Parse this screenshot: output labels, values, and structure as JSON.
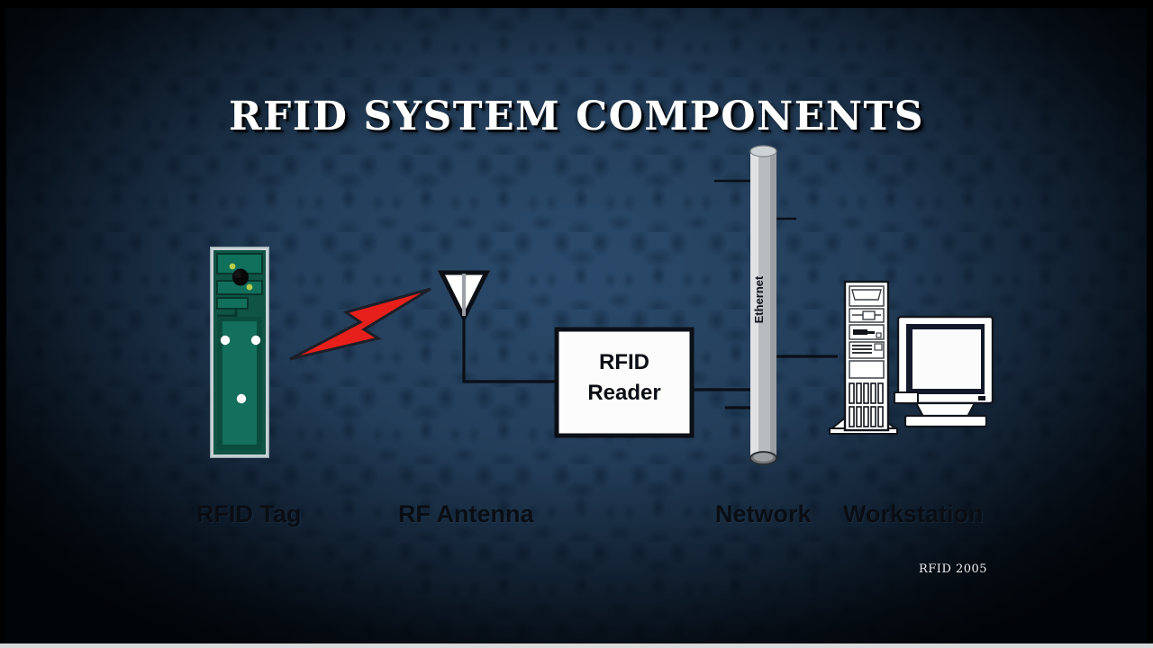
{
  "slide": {
    "title": "RFID SYSTEM COMPONENTS",
    "footer": "RFID 2005",
    "background_color": "#2b4a6b",
    "background_edge_color": "#050b12",
    "title_color": "#ffffff",
    "caption_color": "#0a0e14"
  },
  "components": [
    {
      "id": "rfid-tag",
      "caption": "RFID Tag",
      "type": "inlay-label",
      "board_color": "#0d5a4c",
      "chip_color": "#080808",
      "pad_color": "#c9d64a"
    },
    {
      "id": "rf-antenna",
      "caption": "RF Antenna",
      "type": "triangle-antenna",
      "body_color": "#ffffff",
      "outline_color": "#0b0f16"
    },
    {
      "id": "network",
      "caption": "Network",
      "type": "cable-backbone",
      "cable_label": "Ethernet",
      "cable_color": "#b9bcbe"
    },
    {
      "id": "workstation",
      "caption": "Workstation",
      "type": "tower-and-monitor",
      "case_color": "#ffffff",
      "bezel_color": "#13192b"
    }
  ],
  "reader": {
    "label_line1": "RFID",
    "label_line2": "Reader",
    "fill_color": "#fcfcfc",
    "border_color": "#0b0f16"
  },
  "rf_signal": {
    "icon": "lightning-bolt",
    "color": "#e8201b",
    "outline_color": "#1b1f28",
    "direction": "tag-to-antenna"
  },
  "connections": [
    {
      "from": "rf-antenna",
      "to": "rfid-reader",
      "style": "solid-black"
    },
    {
      "from": "rfid-reader",
      "to": "network",
      "style": "solid-black"
    },
    {
      "from": "network",
      "to": "workstation",
      "style": "solid-black"
    }
  ]
}
